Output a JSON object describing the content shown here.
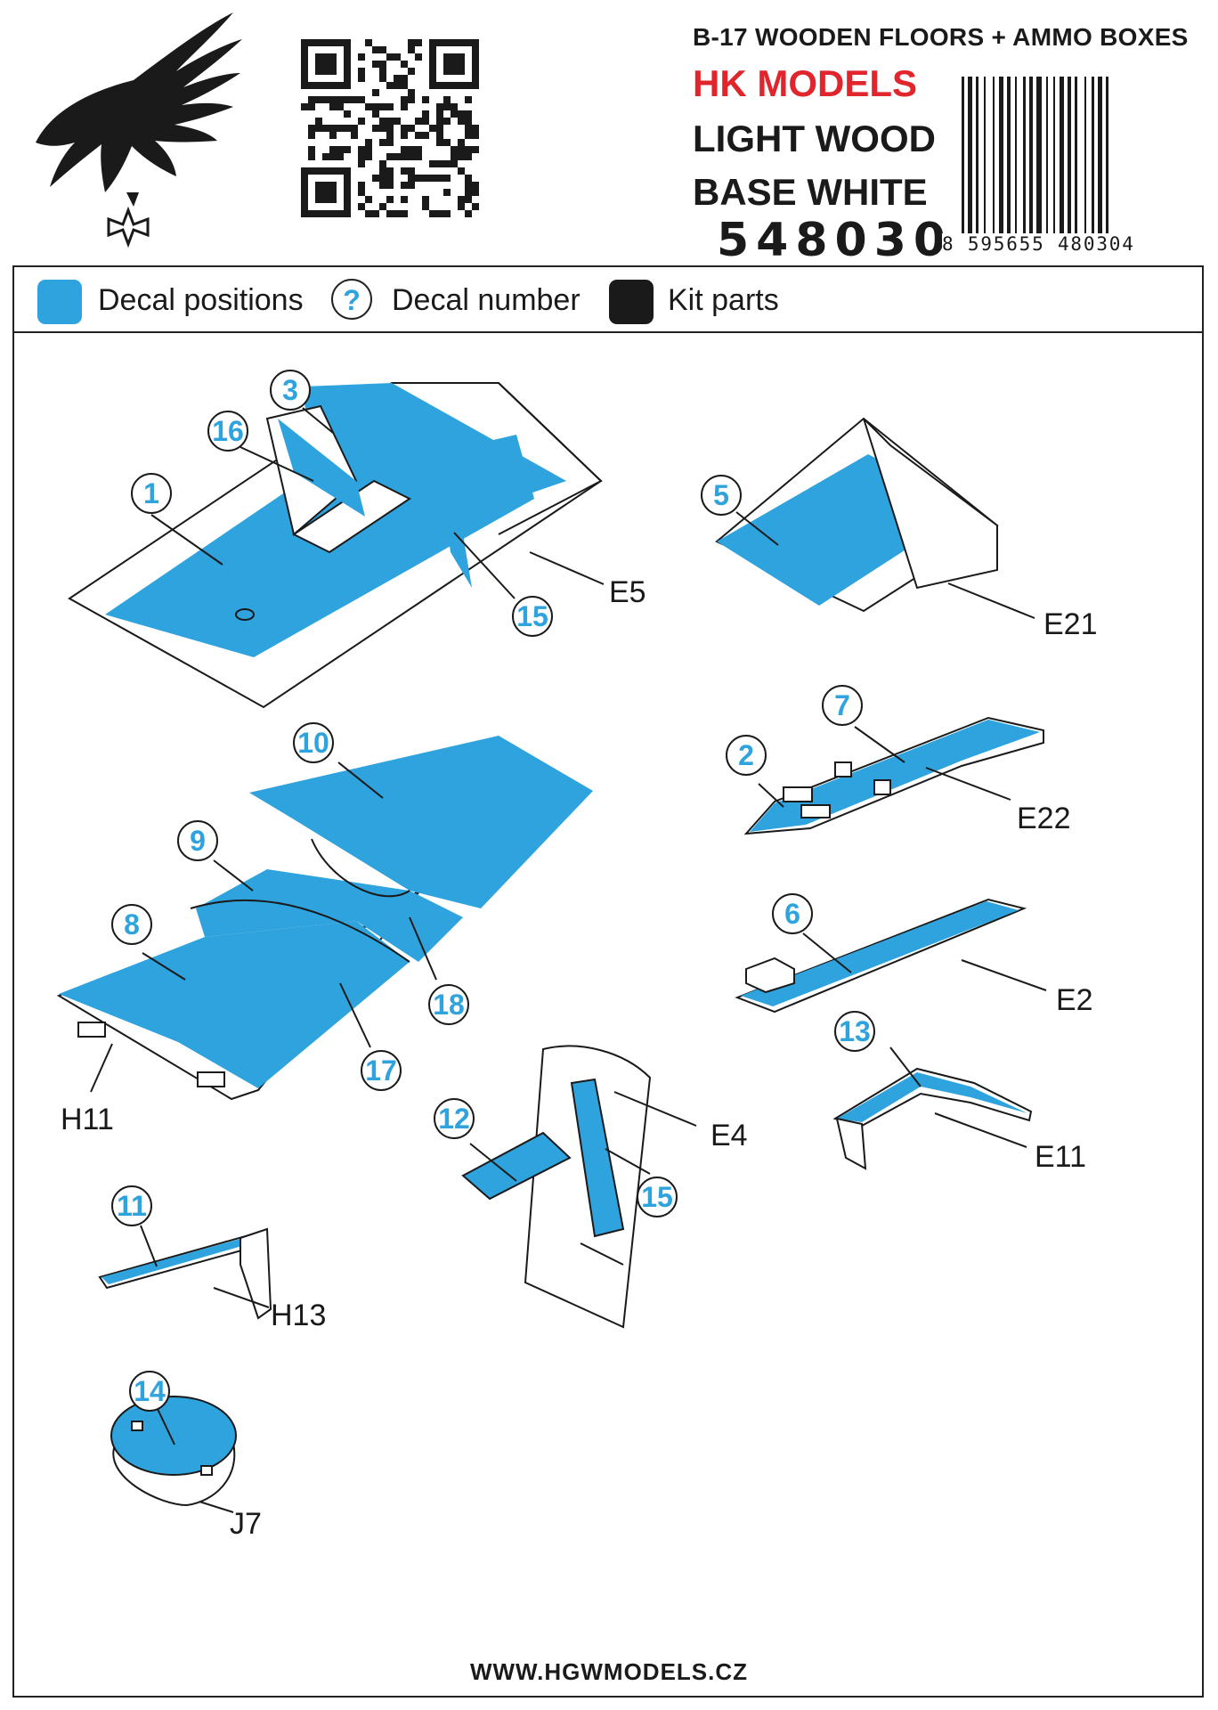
{
  "header": {
    "title": "B-17 WOODEN FLOORS + AMMO BOXES",
    "brand": "HK MODELS",
    "line1": "LIGHT WOOD",
    "line2": "BASE WHITE",
    "code": "548030",
    "barcode_number": "8 595655 480304"
  },
  "legend": {
    "decal_positions": "Decal positions",
    "decal_number": "Decal number",
    "decal_number_symbol": "?",
    "kit_parts": "Kit parts"
  },
  "colors": {
    "decal": "#2fa3dd",
    "kit_part": "#1a1a1a",
    "brand": "#e0262c"
  },
  "decal_numbers": [
    "1",
    "2",
    "3",
    "5",
    "6",
    "7",
    "8",
    "9",
    "10",
    "11",
    "12",
    "13",
    "14",
    "15",
    "15",
    "16",
    "17",
    "18"
  ],
  "part_labels": [
    "E5",
    "E21",
    "E22",
    "E2",
    "E4",
    "E11",
    "H11",
    "H13",
    "J7"
  ],
  "footer": "WWW.HGWMODELS.CZ"
}
